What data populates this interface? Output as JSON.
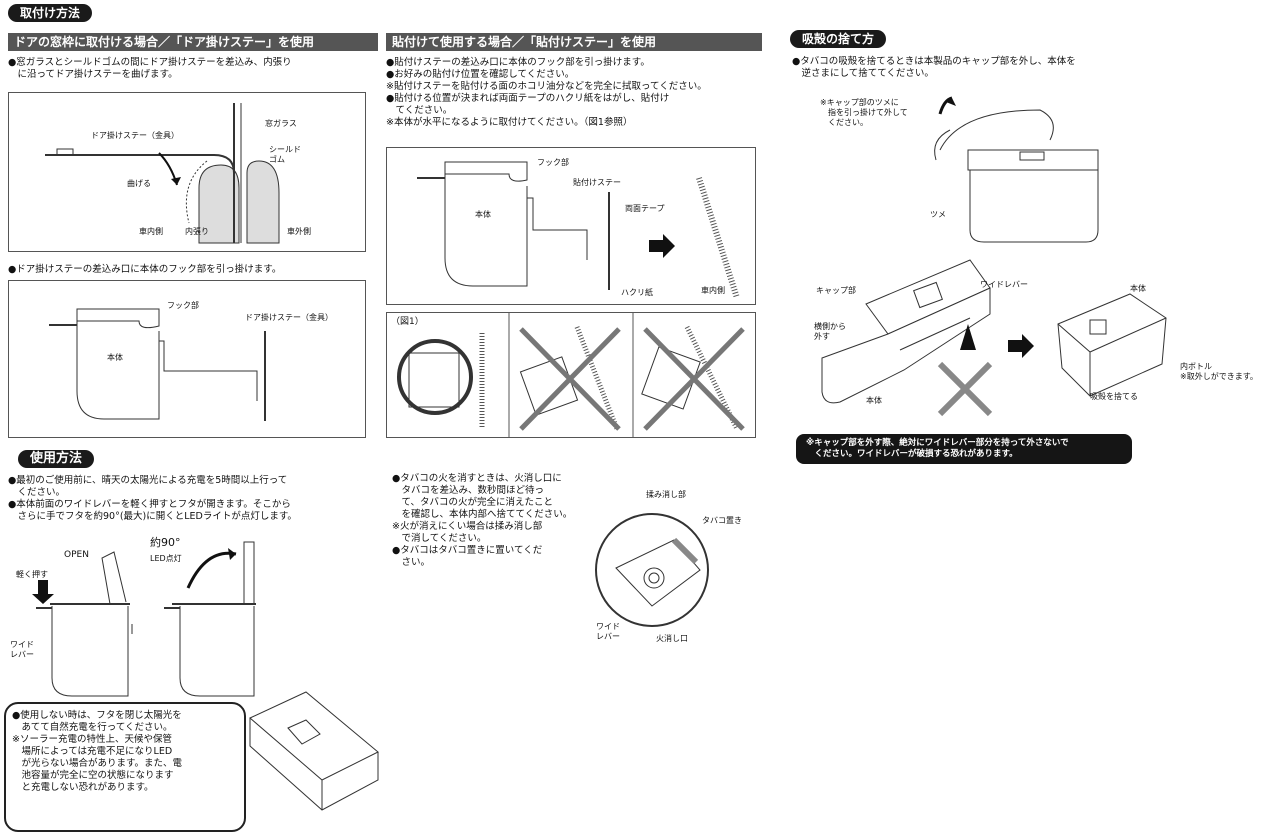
{
  "install": {
    "title": "取付け方法",
    "door_heading": "ドアの窓枠に取付ける場合／「ドア掛けステー」を使用",
    "door_step1": "●窓ガラスとシールドゴムの間にドア掛けステーを差込み、内張り\n　に沿ってドア掛けステーを曲げます。",
    "door_labels": {
      "stay": "ドア掛けステー（金具）",
      "bend": "曲げる",
      "window": "窓ガラス",
      "seal": "シールド\nゴム",
      "inner": "車内側",
      "lining": "内張り",
      "outer": "車外側"
    },
    "door_step2": "●ドア掛けステーの差込み口に本体のフック部を引っ掛けます。",
    "door_labels2": {
      "hook": "フック部",
      "body": "本体",
      "stay": "ドア掛けステー（金具）"
    },
    "stick_heading": "貼付けて使用する場合／「貼付けステー」を使用",
    "stick_steps": "●貼付けステーの差込み口に本体のフック部を引っ掛けます。\n●お好みの貼付け位置を確認してください。\n※貼付けステーを貼付ける面のホコリ油分などを完全に拭取ってください。\n●貼付ける位置が決まれば両面テープのハクリ紙をはがし、貼付け\n　てください。\n※本体が水平になるように取付けてください。（図1参照）",
    "stick_labels": {
      "hook": "フック部",
      "stay": "貼付けステー",
      "body": "本体",
      "tape": "両面テープ",
      "peel": "ハクリ紙",
      "inner": "車内側"
    },
    "fig1": "（図1）"
  },
  "usage": {
    "title": "使用方法",
    "steps": "●最初のご使用前に、晴天の太陽光による充電を5時間以上行って\n　ください。\n●本体前面のワイドレバーを軽く押すとフタが開きます。そこから\n　さらに手でフタを約90°(最大)に開くとLEDライトが点灯します。",
    "labels": {
      "open": "OPEN",
      "press": "軽く押す",
      "lever": "ワイド\nレバー",
      "angle": "約90°",
      "led": "LED点灯"
    },
    "extinguish": "●タバコの火を消すときは、火消し口に\n　タバコを差込み、数秒間ほど待っ\n　て、タバコの火が完全に消えたこと\n　を確認し、本体内部へ捨ててください。\n※火が消えにくい場合は揉み消し部\n　で消してください。\n●タバコはタバコ置きに置いてくだ\n　さい。",
    "ext_labels": {
      "rub": "揉み消し部",
      "holder": "タバコ置き",
      "lever": "ワイド\nレバー",
      "mouth": "火消し口"
    },
    "note": "●使用しない時は、フタを閉じ太陽光を\n　あてて自然充電を行ってください。\n※ソーラー充電の特性上、天候や保管\n　場所によっては充電不足になりLED\n　が光らない場合があります。また、電\n　池容量が完全に空の状態になります\n　と充電しない恐れがあります。"
  },
  "disposal": {
    "title": "吸殻の捨て方",
    "text": "●タバコの吸殻を捨てるときは本製品のキャップ部を外し、本体を\n　逆さまにして捨ててください。",
    "labels": {
      "hint": "※キャップ部のツメに\n　指を引っ掛けて外して\n　ください。",
      "claw": "ツメ",
      "cap": "キャップ部",
      "lever": "ワイドレバー",
      "side": "横側から\n外す",
      "body1": "本体",
      "body2": "本体",
      "inner_bottle": "内ボトル\n※取外しができます。",
      "discard": "吸殻を捨てる"
    },
    "warning": "※キャップ部を外す際、絶対にワイドレバー部分を持って外さないで\n　ください。ワイドレバーが破損する恐れがあります。"
  }
}
